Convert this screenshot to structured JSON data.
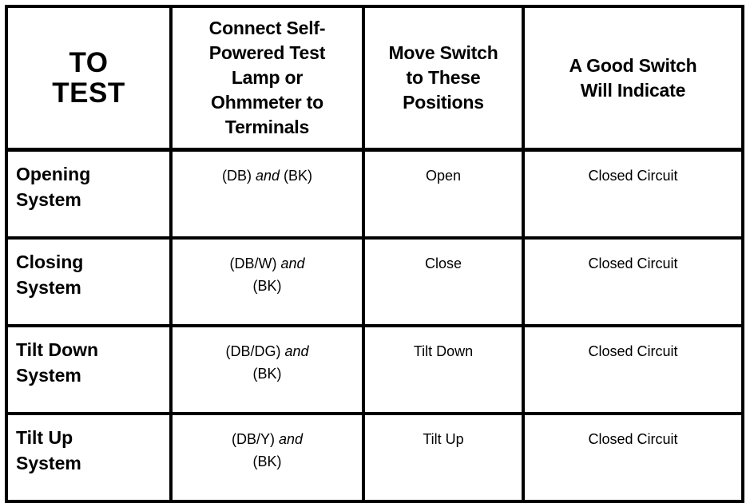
{
  "headers": {
    "test": [
      "TO",
      "TEST"
    ],
    "terminals": [
      "Connect Self-",
      "Powered Test",
      "Lamp or",
      "Ohmmeter to",
      "Terminals"
    ],
    "positions": [
      "Move Switch",
      "to These",
      "Positions"
    ],
    "indicate": [
      "A Good Switch",
      "Will Indicate"
    ]
  },
  "rows": [
    {
      "test": [
        "Opening",
        "System"
      ],
      "terminals_line1_pre": "(DB) ",
      "terminals_line1_em": "and",
      "terminals_line1_post": " (BK)",
      "terminals_line2": "",
      "position": "Open",
      "indication": "Closed Circuit"
    },
    {
      "test": [
        "Closing",
        "System"
      ],
      "terminals_line1_pre": "(DB/W) ",
      "terminals_line1_em": "and",
      "terminals_line1_post": "",
      "terminals_line2": "(BK)",
      "position": "Close",
      "indication": "Closed Circuit"
    },
    {
      "test": [
        "Tilt Down",
        "System"
      ],
      "terminals_line1_pre": "(DB/DG) ",
      "terminals_line1_em": "and",
      "terminals_line1_post": "",
      "terminals_line2": "(BK)",
      "position": "Tilt Down",
      "indication": "Closed Circuit"
    },
    {
      "test": [
        "Tilt Up",
        "System"
      ],
      "terminals_line1_pre": "(DB/Y) ",
      "terminals_line1_em": "and",
      "terminals_line1_post": "",
      "terminals_line2": "(BK)",
      "position": "Tilt Up",
      "indication": "Closed Circuit"
    }
  ]
}
